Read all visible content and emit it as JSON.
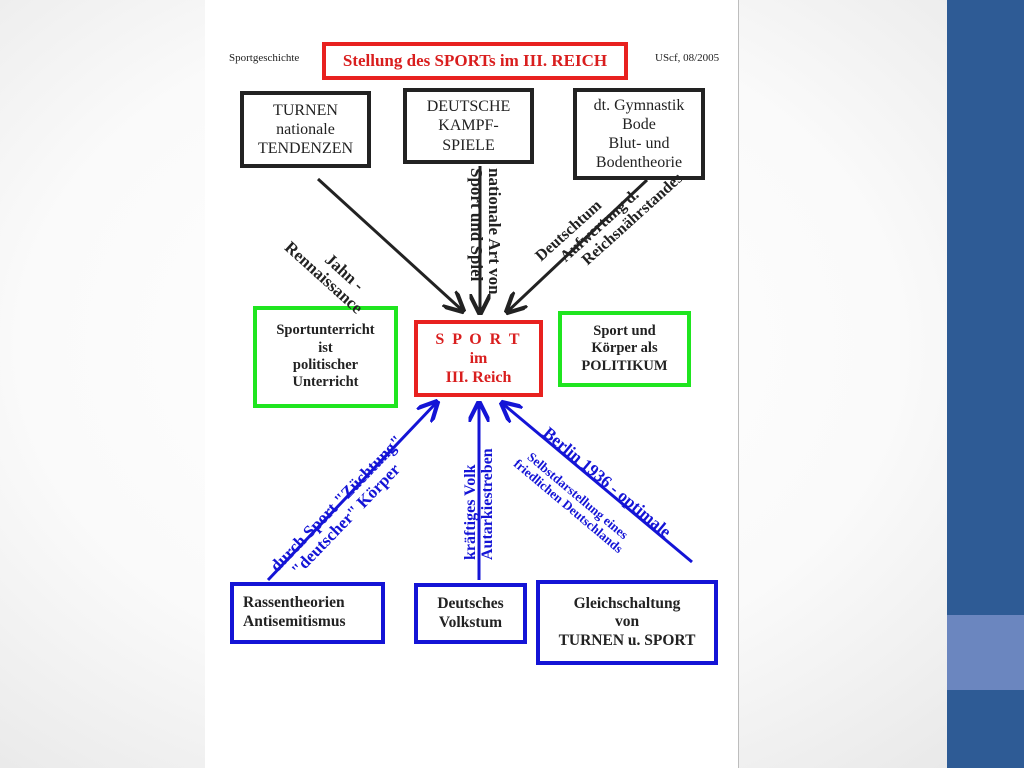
{
  "header": {
    "left": "Sportgeschichte",
    "title": "Stellung des SPORTs im III. REICH",
    "right": "UScf, 08/2005"
  },
  "top_boxes": [
    {
      "lines": [
        "TURNEN",
        "nationale",
        "TENDENZEN"
      ]
    },
    {
      "lines": [
        "DEUTSCHE",
        "KAMPF-",
        "SPIELE"
      ]
    },
    {
      "lines": [
        "dt. Gymnastik",
        "Bode",
        "Blut- und",
        "Bodentheorie"
      ]
    }
  ],
  "center_box": {
    "lines": [
      "S P O R T",
      "im",
      "III. Reich"
    ]
  },
  "side_boxes": {
    "left": {
      "lines": [
        "Sportunterricht",
        "ist",
        "politischer",
        "Unterricht"
      ]
    },
    "right": {
      "lines": [
        "Sport und",
        "Körper als",
        "POLITIKUM"
      ]
    }
  },
  "bottom_boxes": [
    {
      "lines": [
        "Rassentheorien",
        "Antisemitismus"
      ]
    },
    {
      "lines": [
        "Deutsches",
        "Volkstum"
      ]
    },
    {
      "lines": [
        "Gleichschaltung",
        "von",
        "TURNEN u. SPORT"
      ]
    }
  ],
  "arrow_labels": {
    "top_left": [
      "Jahn -",
      "Rennaissance"
    ],
    "top_center": [
      "nationale Art von",
      "Sport und Spiel"
    ],
    "top_right": [
      "Deutschtum",
      "Aufwertung d.",
      "Reichsnährstandes"
    ],
    "bottom_left": [
      "durch Sport \"Züchtung\"",
      "\"deutscher\" Körper"
    ],
    "bottom_center": [
      "kräftiges  Volk",
      "Autarkiestreben"
    ],
    "bottom_right_main": "Berlin 1936 - optimale",
    "bottom_right_sub": [
      "Selbstdarstellung eines",
      "friedlichen Deutschlands"
    ]
  },
  "colors": {
    "black": "#222222",
    "red": "#e8211f",
    "green": "#1fe51f",
    "blue": "#1414d6",
    "slide_band": "#2e5b95"
  }
}
